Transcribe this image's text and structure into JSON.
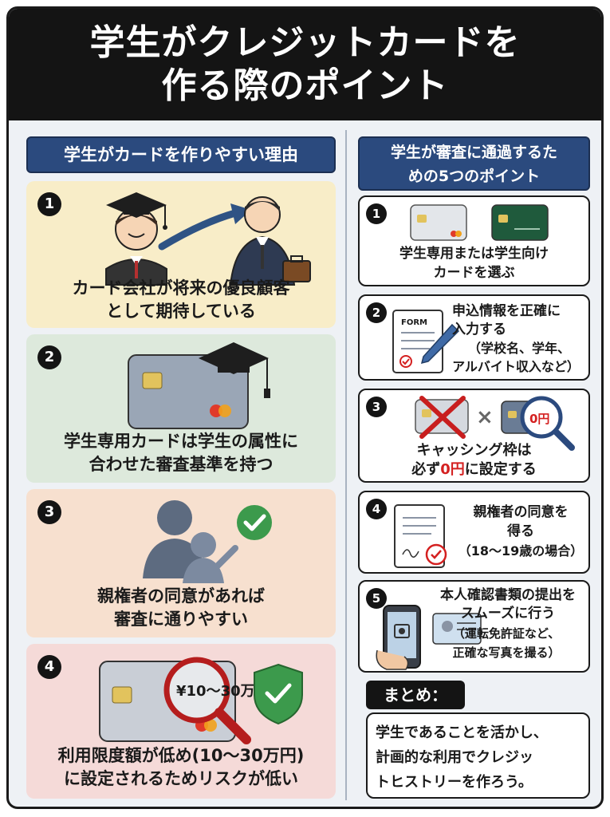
{
  "title": {
    "line1": "学生がクレジットカードを",
    "line2": "作る際のポイント"
  },
  "left": {
    "heading": "学生がカードを作りやすい理由",
    "cards": [
      {
        "num": "1",
        "line1": "カード会社が将来の優良顧客",
        "line2": "として期待している"
      },
      {
        "num": "2",
        "line1": "学生専用カードは学生の属性に",
        "line2": "合わせた審査基準を持つ"
      },
      {
        "num": "3",
        "line1": "親権者の同意があれば",
        "line2": "審査に通りやすい"
      },
      {
        "num": "4",
        "line1": "利用限度額が低め(10〜30万円)",
        "line2": "に設定されるためリスクが低い",
        "magnifier_text": "¥10〜30万"
      }
    ]
  },
  "right": {
    "heading_line1": "学生が審査に通過するた",
    "heading_line2": "めの5つのポイント",
    "items": [
      {
        "num": "1",
        "line1": "学生専用または学生向け",
        "line2": "カードを選ぶ"
      },
      {
        "num": "2",
        "line1": "申込情報を正確に",
        "line2": "入力する",
        "line3": "（学校名、学年、",
        "line4": "アルバイト収入など）",
        "form_label": "FORM"
      },
      {
        "num": "3",
        "line1": "キャッシング枠は",
        "line2_a": "必ず",
        "line2_b": "0円",
        "line2_c": "に設定する",
        "icon_text": "0円"
      },
      {
        "num": "4",
        "line1": "親権者の同意を",
        "line2": "得る",
        "line3": "（18〜19歳の場合）"
      },
      {
        "num": "5",
        "line1": "本人確認書類の提出を",
        "line2": "スムーズに行う",
        "line3": "（運転免許証など、",
        "line4": "正確な写真を撮る）"
      }
    ]
  },
  "summary": {
    "label": "まとめ：",
    "line1": "学生であることを活かし、",
    "line2": "計画的な利用でクレジッ",
    "line3": "トヒストリーを作ろう。"
  },
  "colors": {
    "header_bg": "#141414",
    "section_bg": "#2b4a7e",
    "card1_bg": "#f8edc8",
    "card2_bg": "#dde9dc",
    "card3_bg": "#f7e0cf",
    "card4_bg": "#f5dad8",
    "accent_red": "#d42020",
    "check_green": "#3c9a4c"
  },
  "icons": [
    "graduation-cap-icon",
    "arrow-icon",
    "businessman-icon",
    "credit-card-icon",
    "parent-child-icon",
    "check-circle-icon",
    "magnifier-icon",
    "shield-check-icon",
    "form-pen-icon",
    "cross-icon",
    "document-seal-icon",
    "smartphone-camera-icon"
  ]
}
